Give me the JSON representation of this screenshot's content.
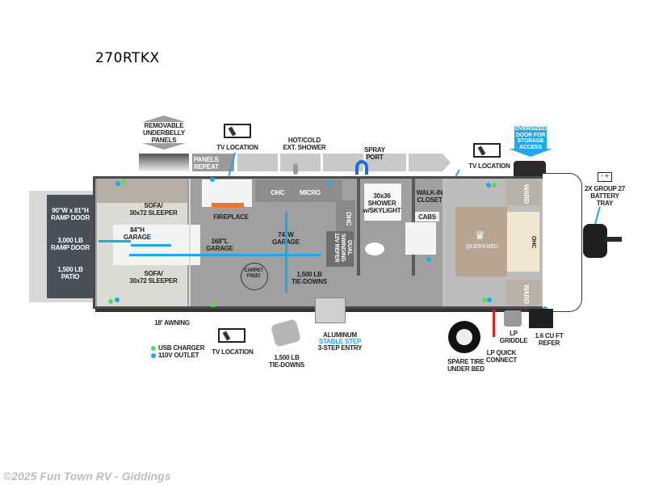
{
  "model": "270RTKX",
  "footer": "©2025 Fun Town RV - Giddings",
  "colors": {
    "accent_blue": "#1ea7ea",
    "usb_green": "#4fe04f",
    "floor_gray": "#9a9a9a",
    "ramp_door": "#4a5058"
  },
  "callouts": {
    "underbelly": "REMOVABLE\nUNDERBELLY\nPANELS",
    "panels_repeat": "PANELS\nREPEAT",
    "tv_top_left": "TV LOCATION",
    "ext_shower": "HOT/COLD\nEXT. SHOWER",
    "spray_port": "SPRAY\nPORT",
    "tv_top_right": "TV LOCATION",
    "storage_door": "OVERSIZED\nDOOR FOR\nSTORAGE\nACCESS",
    "battery": "2X GROUP 27\nBATTERY\nTRAY",
    "awning": "18' AWNING",
    "tv_bottom": "TV LOCATION",
    "tie_downs_bottom": "1,500 LB\nTIE-DOWNS",
    "entry_line1": "ALUMINUM",
    "entry_line2": "STABLE STEP",
    "entry_line3": "3-STEP ENTRY",
    "spare_tire": "SPARE TIRE\nUNDER BED",
    "lp_quick": "LP QUICK\nCONNECT",
    "lp_griddle": "LP\nGRIDDLE",
    "refer_ext": "1.6 CU FT\nREFER"
  },
  "legend": [
    {
      "label": "USB CHARGER",
      "color": "#4fe04f"
    },
    {
      "label": "110V OUTLET",
      "color": "#1ea7ea"
    }
  ],
  "ramp": {
    "size": "90\"W x 81\"H\nRAMP DOOR",
    "capacity": "3,000 LB\nRAMP DOOR",
    "patio": "1,500 LB\nPATIO"
  },
  "rooms": {
    "sofa_top": "SOFA/\n30x72 SLEEPER",
    "sofa_bottom": "SOFA/\n30x72 SLEEPER",
    "garage_height": "84\"H\nGARAGE",
    "garage_length": "168\"L\nGARAGE",
    "garage_width": "74\"W\nGARAGE",
    "fireplace": "FIREPLACE",
    "ohc1": "OHC",
    "micro": "MICRO",
    "ohc2": "OHC",
    "refer": "DUAL\nSWINGING\n12V REFER",
    "carpet_free": "CARPET FREE!",
    "tie_downs": "1,500 LB\nTIE-DOWNS",
    "shower": "30x36\nSHOWER\nw/SKYLIGHT",
    "closet": "WALK-IN\nCLOSET",
    "cabs": "CABS",
    "bed": "QUEEN BED",
    "ward1": "WARD",
    "ward2": "WARD",
    "ohc3": "OHC"
  }
}
